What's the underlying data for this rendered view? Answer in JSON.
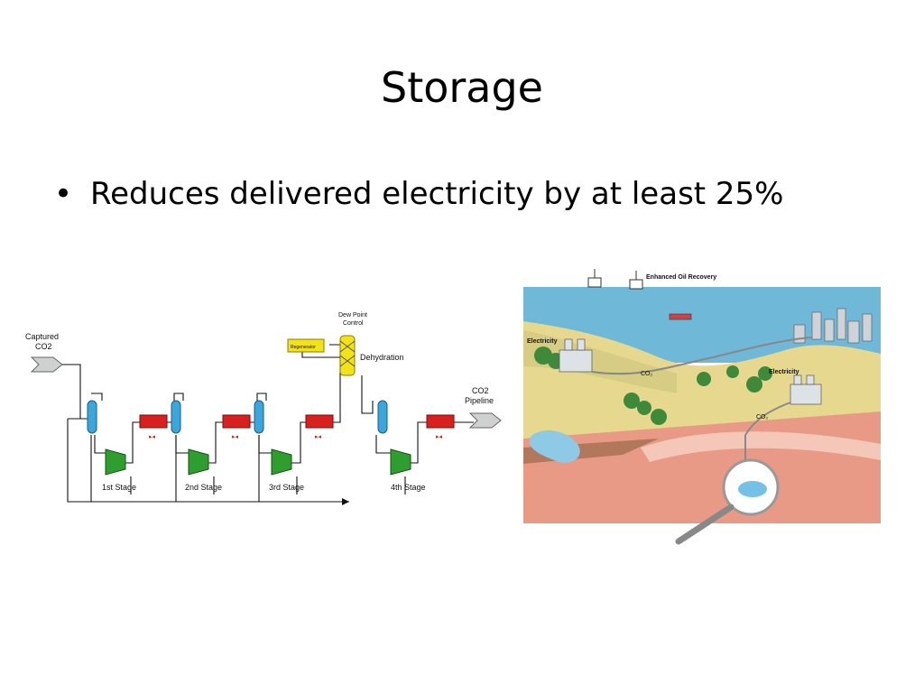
{
  "slide": {
    "title": "Storage",
    "bullets": [
      {
        "text": "Reduces delivered electricity by at least 25%"
      }
    ]
  },
  "process_diagram": {
    "input_label_1": "Captured",
    "input_label_2": "CO2",
    "output_label_1": "CO2",
    "output_label_2": "Pipeline",
    "dew_point_1": "Dew Point",
    "dew_point_2": "Control",
    "regenerator": "Regenerator",
    "dehydration": "Dehydration",
    "stages": [
      "1st Stage",
      "2nd Stage",
      "3rd Stage",
      "4th Stage"
    ]
  },
  "storage_illustration": {
    "enhanced_oil_recovery": "Enhanced Oil Recovery",
    "electricity_left": "Electricity",
    "electricity_right": "Electricity",
    "co2_left": "CO₂",
    "co2_right": "CO₂"
  },
  "colors": {
    "vessel": "#3aa6dc",
    "cooler": "#d8201e",
    "compressor": "#2e9e2e",
    "dehydrator": "#f2e21a",
    "sea": "#6fb8d8",
    "land": "#e6d88e",
    "rock": "#e89a86"
  }
}
